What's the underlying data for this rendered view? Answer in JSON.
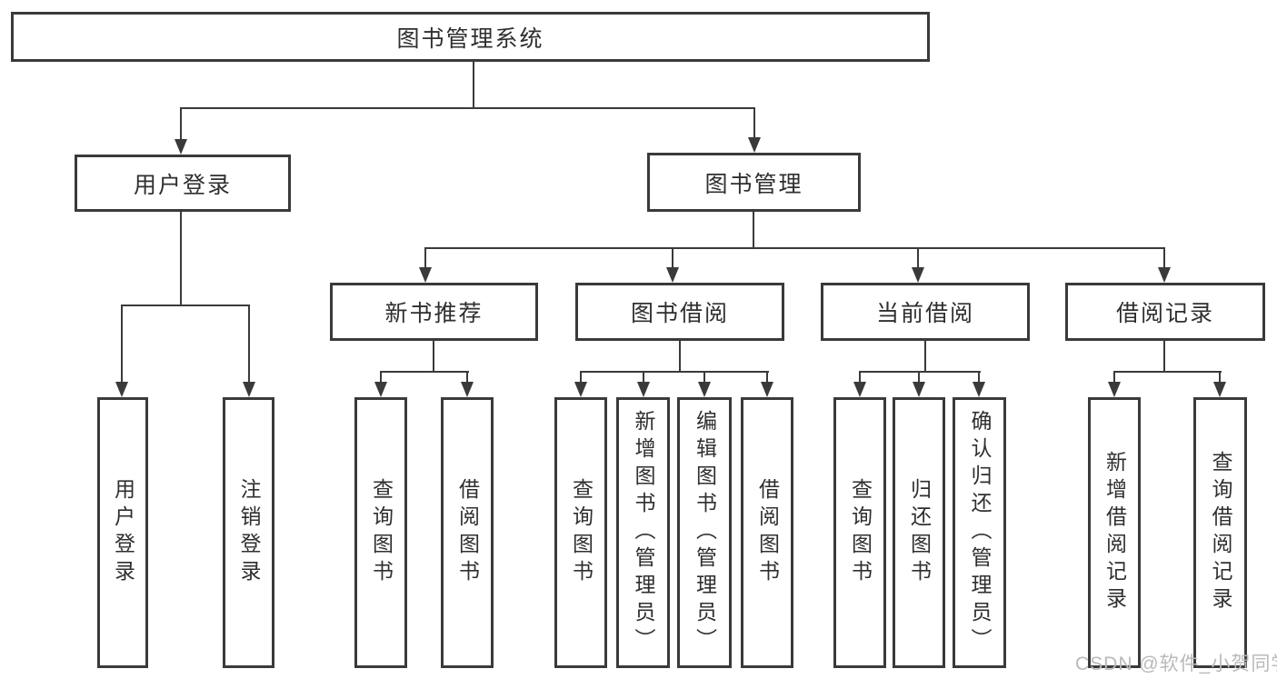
{
  "diagram": {
    "root": "图书管理系统",
    "level2": {
      "user_login": "用户登录",
      "book_manage": "图书管理"
    },
    "level3": {
      "new_book_recommend": "新书推荐",
      "book_borrow": "图书借阅",
      "current_borrow": "当前借阅",
      "borrow_record": "借阅记录"
    },
    "leaves": {
      "user_login": "用户登录",
      "logout": "注销登录",
      "query_book_1": "查询图书",
      "borrow_book_1": "借阅图书",
      "query_book_2": "查询图书",
      "add_book_admin": "新增图书（管理员）",
      "edit_book_admin": "编辑图书（管理员）",
      "borrow_book_2": "借阅图书",
      "query_book_3": "查询图书",
      "return_book": "归还图书",
      "confirm_return_admin": "确认归还（管理员）",
      "add_borrow_record": "新增借阅记录",
      "query_borrow_record": "查询借阅记录"
    },
    "watermark": "CSDN @软件_小贺同学",
    "colors": {
      "line": "#3a3a3a",
      "text": "#2f2f2f",
      "watermark": "#b9b9b9",
      "background": "#ffffff"
    }
  }
}
